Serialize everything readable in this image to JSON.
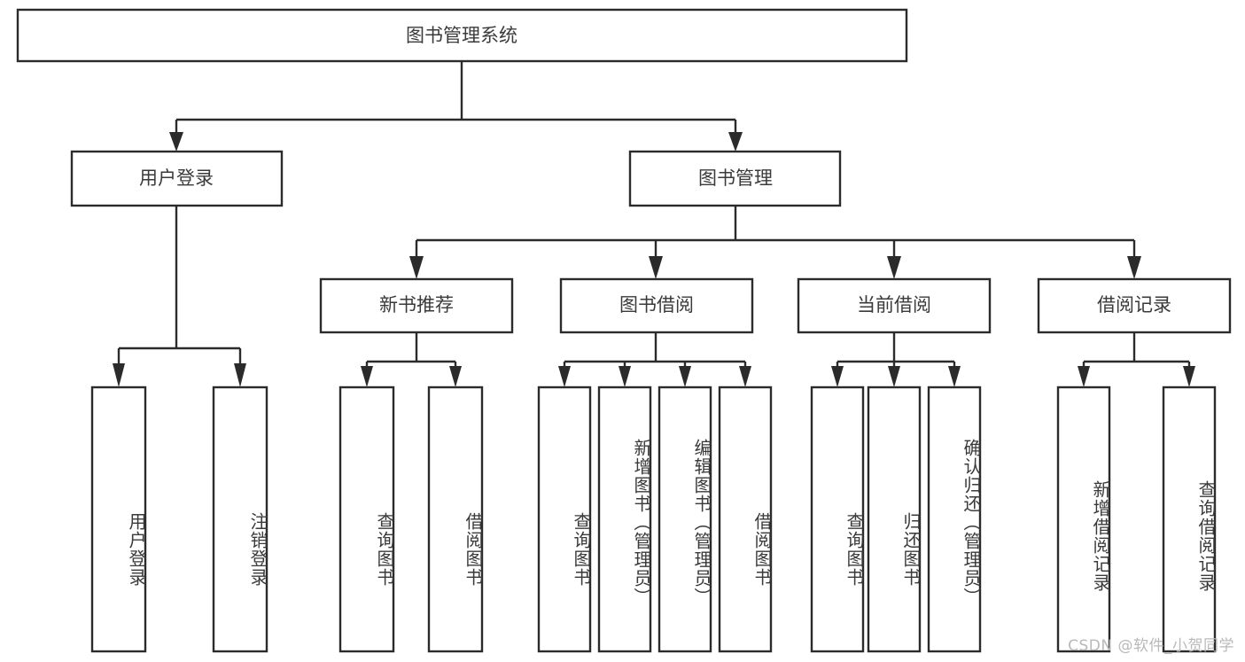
{
  "diagram": {
    "title": "图书管理系统",
    "type": "tree-hierarchy-chart",
    "watermark": "CSDN @软件_小贺同学",
    "colors": {
      "stroke": "#2b2b2b",
      "fill": "#ffffff",
      "text": "#3a3a3a",
      "watermark": "#b9b9b9"
    },
    "root": {
      "label": "图书管理系统"
    },
    "level1": [
      {
        "label": "用户登录"
      },
      {
        "label": "图书管理"
      }
    ],
    "level2": [
      {
        "label": "新书推荐"
      },
      {
        "label": "图书借阅"
      },
      {
        "label": "当前借阅"
      },
      {
        "label": "借阅记录"
      }
    ],
    "leaves": {
      "user_login": [
        {
          "label": "用户登录"
        },
        {
          "label": "注销登录"
        }
      ],
      "new_book_recommend": [
        {
          "label": "查询图书"
        },
        {
          "label": "借阅图书"
        }
      ],
      "book_borrow": [
        {
          "label": "查询图书"
        },
        {
          "label": "新增图书（管理员）"
        },
        {
          "label": "编辑图书（管理员）"
        },
        {
          "label": "借阅图书"
        }
      ],
      "current_borrow": [
        {
          "label": "查询图书"
        },
        {
          "label": "归还图书"
        },
        {
          "label": "确认归还（管理员）"
        }
      ],
      "borrow_record": [
        {
          "label": "新增借阅记录"
        },
        {
          "label": "查询借阅记录"
        }
      ]
    }
  }
}
